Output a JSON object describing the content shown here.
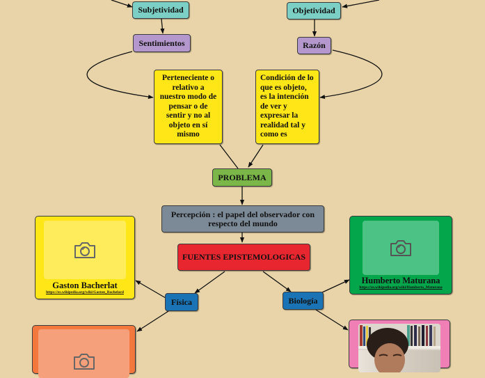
{
  "diagram": {
    "background_color": "#e8d4a8",
    "nodes": {
      "subjetividad": {
        "label": "Subjetividad",
        "color": "#7ccfc4"
      },
      "objetividad": {
        "label": "Objetividad",
        "color": "#7ccfc4"
      },
      "sentimientos": {
        "label": "Sentimientos",
        "color": "#b497cc"
      },
      "razon": {
        "label": "Razón",
        "color": "#b497cc"
      },
      "def_subjetividad": {
        "label": "Perteneciente o relativo a nuestro modo de pensar o de sentir y no al objeto en sí mismo",
        "color": "#ffe617"
      },
      "def_objetividad": {
        "label": "Condición de lo que es objeto, es la intención de ver y expresar la realidad tal y como es",
        "color": "#ffe617"
      },
      "problema": {
        "label": "PROBLEMA",
        "color": "#7ab648"
      },
      "percepcion": {
        "label": "Percepción : el papel del observador con respecto del mundo",
        "color": "#7c8a97"
      },
      "fuentes": {
        "label": "FUENTES EPISTEMOLOGICAS",
        "color": "#e8262f"
      },
      "fisica": {
        "label": "Física",
        "color": "#1a73b4"
      },
      "biologia": {
        "label": "Biología",
        "color": "#1a73b4"
      }
    },
    "cards": {
      "bacherlat": {
        "name": "Gaston Bacherlat",
        "link": "https://es.wikipedia.org/wiki/Gaston_Bachelard",
        "color": "#ffe617",
        "photo": "camera-placeholder-icon"
      },
      "maturana": {
        "name": "Humberto Maturana",
        "link": "https://es.wikipedia.org/wiki/Humberto_Maturana",
        "color": "#03a64b",
        "photo": "camera-placeholder-icon"
      },
      "fisica_child": {
        "color": "#f3783e",
        "photo": "camera-placeholder-icon"
      },
      "biologia_child": {
        "color": "#f07fb5",
        "photo": "portrait-photo"
      }
    }
  }
}
